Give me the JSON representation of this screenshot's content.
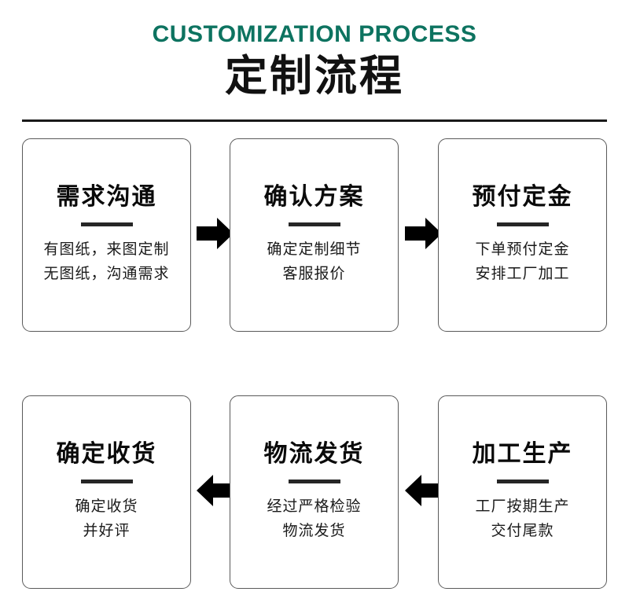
{
  "header": {
    "title_en": "CUSTOMIZATION PROCESS",
    "title_cn": "定制流程",
    "accent_color": "#0d7360",
    "text_color": "#111111"
  },
  "divider": {
    "color": "#1a1a1a"
  },
  "steps": [
    {
      "id": "step-1",
      "title": "需求沟通",
      "lines": [
        "有图纸，来图定制",
        "无图纸，沟通需求"
      ]
    },
    {
      "id": "step-2",
      "title": "确认方案",
      "lines": [
        "确定定制细节",
        "客服报价"
      ]
    },
    {
      "id": "step-3",
      "title": "预付定金",
      "lines": [
        "下单预付定金",
        "安排工厂加工"
      ]
    },
    {
      "id": "step-4",
      "title": "加工生产",
      "lines": [
        "工厂按期生产",
        "交付尾款"
      ]
    },
    {
      "id": "step-5",
      "title": "物流发货",
      "lines": [
        "经过严格检验",
        "物流发货"
      ]
    },
    {
      "id": "step-6",
      "title": "确定收货",
      "lines": [
        "确定收货",
        "并好评"
      ]
    }
  ],
  "arrows": [
    {
      "id": "arrow-1",
      "direction": "right",
      "icon": "arrow-right-icon",
      "from": "step-1",
      "to": "step-2"
    },
    {
      "id": "arrow-2",
      "direction": "right",
      "icon": "arrow-right-icon",
      "from": "step-2",
      "to": "step-3"
    },
    {
      "id": "arrow-3",
      "direction": "down",
      "icon": "arrow-down-icon",
      "from": "step-3",
      "to": "step-4"
    },
    {
      "id": "arrow-4",
      "direction": "left",
      "icon": "arrow-left-icon",
      "from": "step-4",
      "to": "step-5"
    },
    {
      "id": "arrow-5",
      "direction": "left",
      "icon": "arrow-left-icon",
      "from": "step-5",
      "to": "step-6"
    }
  ],
  "colors": {
    "arrow": "#000000",
    "card_border": "#5a5a5a",
    "card_rule": "#262626",
    "background": "#ffffff"
  }
}
